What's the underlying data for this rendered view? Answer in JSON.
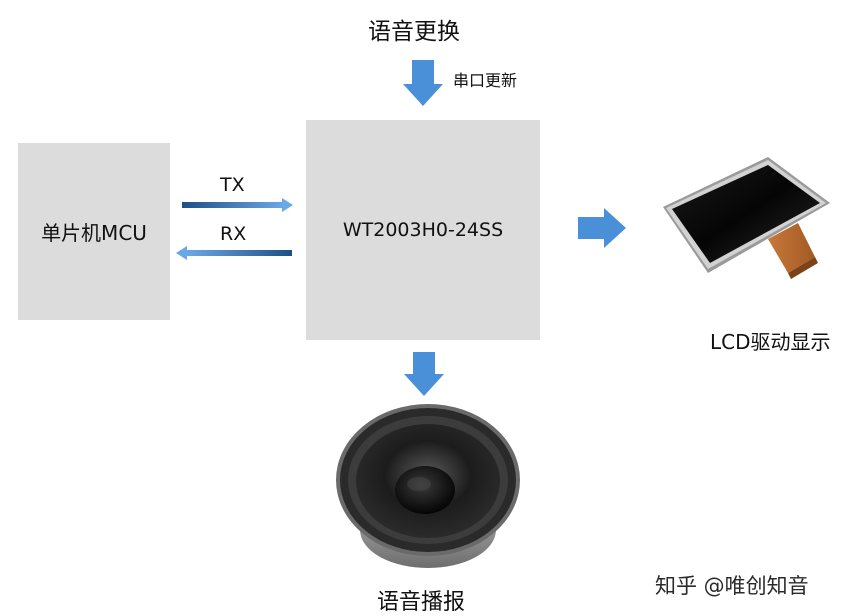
{
  "top": {
    "title": "语音更换",
    "update_label": "串口更新"
  },
  "mcu": {
    "label": "单片机MCU"
  },
  "links": {
    "tx": "TX",
    "rx": "RX"
  },
  "chip": {
    "label": "WT2003H0-24SS"
  },
  "lcd": {
    "label": "LCD驱动显示",
    "icon": "lcd-panel-icon"
  },
  "speaker": {
    "label": "语音播报",
    "icon": "speaker-icon"
  },
  "watermark": {
    "text": "知乎 @唯创知音"
  },
  "colors": {
    "box": "#dcdcdc",
    "arrow": "#4a90d9",
    "line_dark": "#1e4f86",
    "line_light": "#6ba8e6"
  }
}
